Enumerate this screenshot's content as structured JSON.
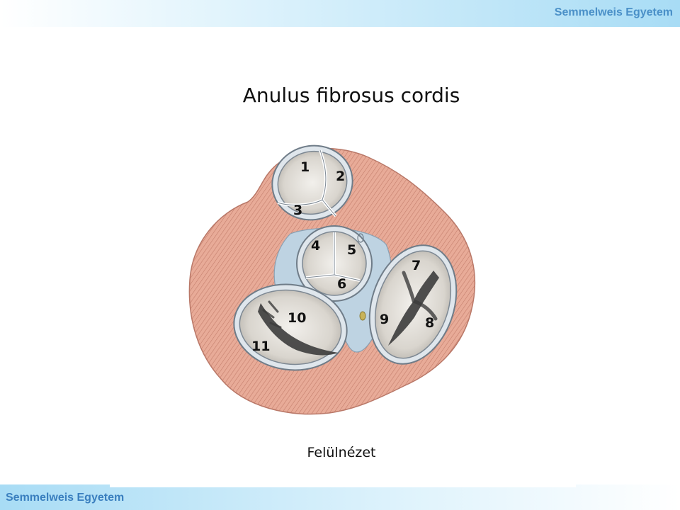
{
  "header": {
    "brand": "Semmelweis Egyetem"
  },
  "footer": {
    "brand": "Semmelweis Egyetem"
  },
  "slide": {
    "title": "Anulus fibrosus cordis",
    "caption": "Felülnézet"
  },
  "diagram": {
    "labels": [
      "1",
      "2",
      "3",
      "4",
      "5",
      "6",
      "7",
      "8",
      "9",
      "10",
      "11"
    ],
    "colors": {
      "muscle": "#e8ab98",
      "muscle_stripe": "#c47e6c",
      "fibrous": "#bed3e2",
      "ring": "#dfe6ec",
      "ring_edge": "#6f7c88",
      "valve_fill": "#ddd9d2",
      "cusp": "#3c3c3c",
      "node": "#c8b35a"
    }
  }
}
